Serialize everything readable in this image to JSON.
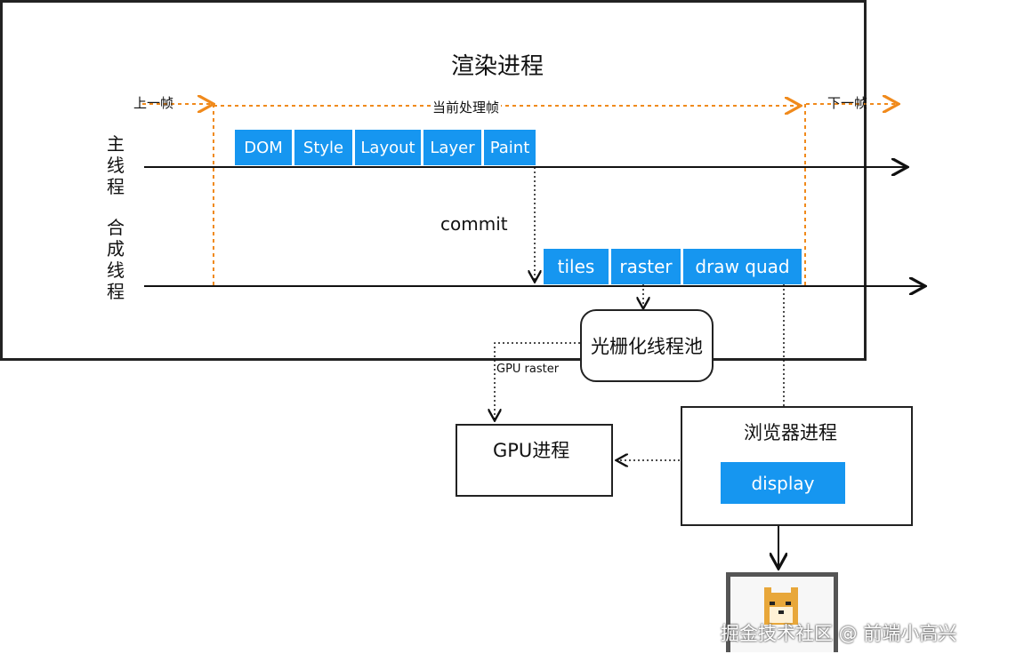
{
  "title": "渲染进程",
  "frames": {
    "prev": "上一帧",
    "current": "当前处理帧",
    "next": "下一帧"
  },
  "threads": {
    "main": "主线程",
    "compositor": "合成线程"
  },
  "main_tasks": [
    "DOM",
    "Style",
    "Layout",
    "Layer",
    "Paint"
  ],
  "commit_label": "commit",
  "compositor_tasks": [
    "tiles",
    "raster",
    "draw quad"
  ],
  "raster_pool": "光栅化线程池",
  "gpu_raster_label": "GPU raster",
  "gpu_process": "GPU进程",
  "browser_process": "浏览器进程",
  "display_label": "display",
  "watermark": "掘金技术社区 @ 前端小高兴",
  "colors": {
    "accent": "#1696f0",
    "frame_line": "#f08a1c"
  }
}
